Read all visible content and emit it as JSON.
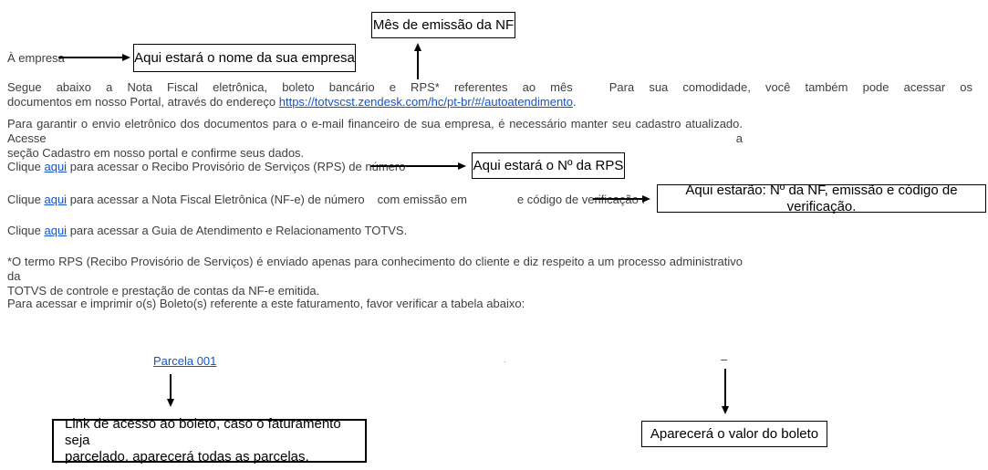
{
  "colors": {
    "text": "#3c4043",
    "link": "#1155cc",
    "box_border": "#000000",
    "background": "#ffffff"
  },
  "annotations": {
    "nf_month_box": "Mês de emissão da NF",
    "company_label": "À empresa",
    "company_box": "Aqui estará o nome da sua empresa",
    "rps_box": "Aqui estará o Nº da RPS",
    "nf_box": "Aqui estarão: Nº da NF, emissão e código de verificação.",
    "boleto_link_box_line1": "Link de acesso ao boleto, caso o faturamento seja",
    "boleto_link_box_line2": "parcelado, aparecerá todas as parcelas.",
    "valor_box": "Aparecerá o valor do boleto"
  },
  "paragraphs": {
    "p1_line1_a": "Segue abaixo a Nota Fiscal eletrônica, boleto bancário e RPS* referentes ao mês",
    "p1_line1_b": "Para sua comodidade, você também pode acessar os",
    "p1_line2_a": "documentos em nosso Portal, através do endereço",
    "p1_link": "https://totvscst.zendesk.com/hc/pt-br/#/autoatendimento",
    "p1_line2_end": ".",
    "p2_line1": "Para garantir o envio eletrônico dos documentos para o e-mail financeiro de sua empresa, é necessário manter seu cadastro atualizado. Acesse a",
    "p2_line2": "seção Cadastro em nosso portal e confirme seus dados.",
    "note_line1": "*O termo RPS (Recibo Provisório de Serviços) é enviado apenas para conhecimento do cliente e diz respeito a um processo administrativo da",
    "note_line2": "TOTVS de controle e prestação de contas da NF-e emitida.",
    "boleto_para": "Para acessar e imprimir o(s) Boleto(s) referente a este faturamento, favor verificar a tabela abaixo:"
  },
  "click_lines": {
    "rps": {
      "pre": "Clique",
      "link": "aqui",
      "rest": "para acessar o Recibo Provisório de Serviços (RPS) de número"
    },
    "nfe": {
      "pre": "Clique",
      "link": "aqui",
      "rest": "para acessar a Nota Fiscal Eletrônica (NF-e) de número",
      "mid": "com emissão em",
      "tail": "e código de verificação :"
    },
    "guia": {
      "pre": "Clique",
      "link": "aqui",
      "rest": "para acessar a Guia de Atendimento e Relacionamento TOTVS."
    }
  },
  "table": {
    "parcela_link": "Parcela 001",
    "placeholder_dot": ".",
    "placeholder_dash": "–"
  }
}
